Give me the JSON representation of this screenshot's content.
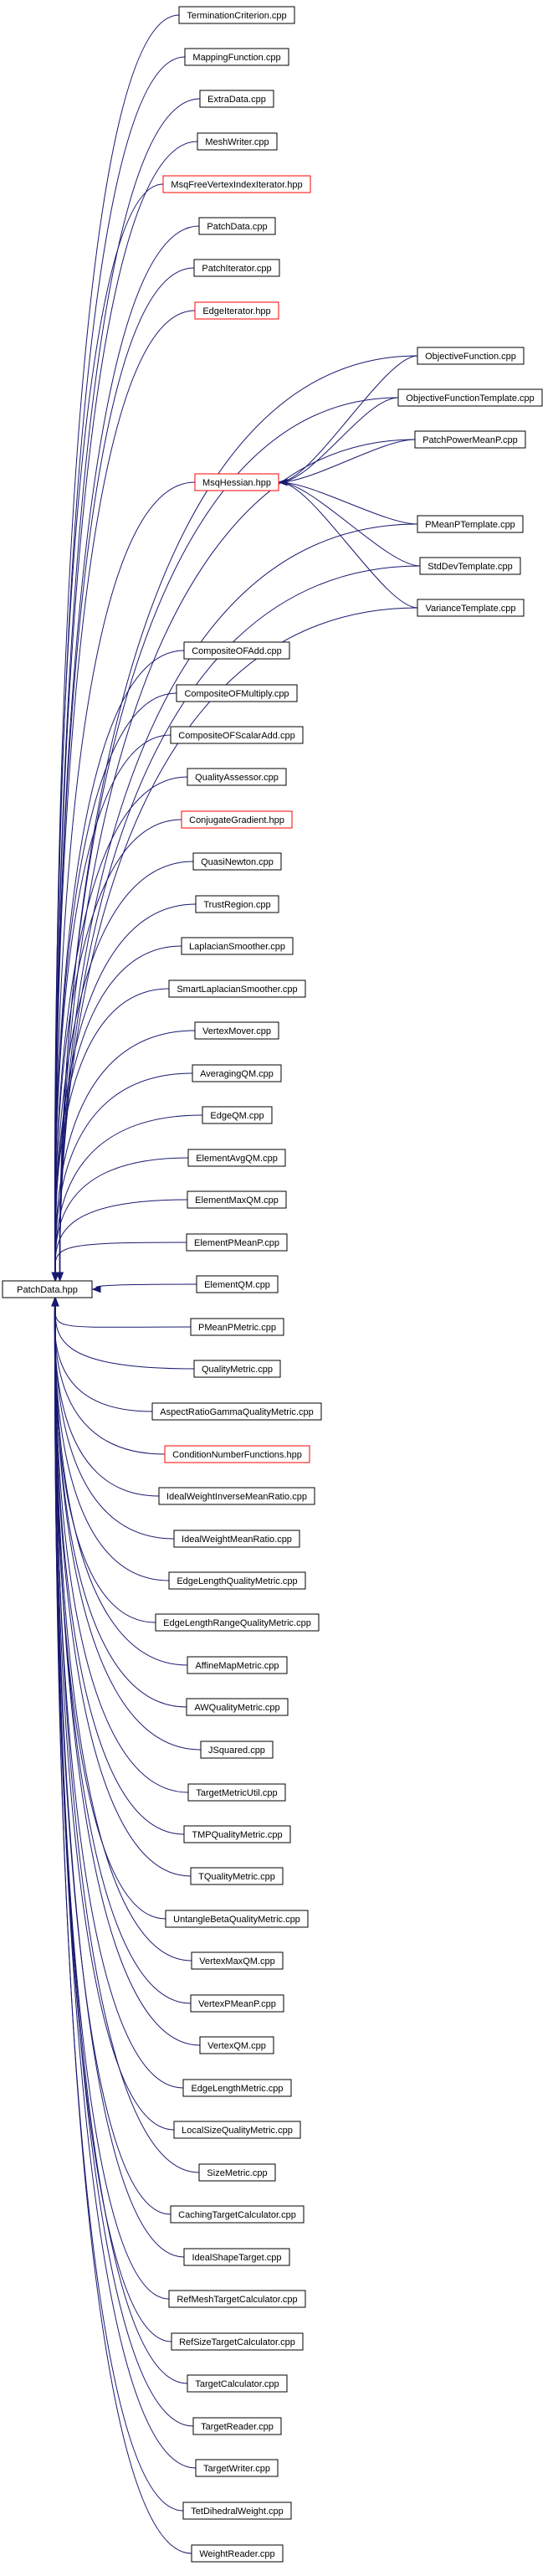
{
  "graph": {
    "colors": {
      "edge": "#191970",
      "node_border": "#000000",
      "missing_border": "#ff0000",
      "root_fill": "#c0c0c0"
    },
    "root": {
      "id": "patchdata_hpp",
      "label": "PatchData.hpp"
    },
    "nodes": [
      {
        "id": "terminationcriterion_cpp",
        "label": "TerminationCriterion.cpp",
        "missing": false
      },
      {
        "id": "mappingfunction_cpp",
        "label": "MappingFunction.cpp",
        "missing": false
      },
      {
        "id": "extradata_cpp",
        "label": "ExtraData.cpp",
        "missing": false
      },
      {
        "id": "meshwriter_cpp",
        "label": "MeshWriter.cpp",
        "missing": false
      },
      {
        "id": "msqfreevertexindexiterator_hpp",
        "label": "MsqFreeVertexIndexIterator.hpp",
        "missing": true
      },
      {
        "id": "patchdata_cpp",
        "label": "PatchData.cpp",
        "missing": false
      },
      {
        "id": "patchiterator_cpp",
        "label": "PatchIterator.cpp",
        "missing": false
      },
      {
        "id": "edgeiterator_hpp",
        "label": "EdgeIterator.hpp",
        "missing": true
      },
      {
        "id": "objectivefunction_cpp",
        "label": "ObjectiveFunction.cpp",
        "missing": false
      },
      {
        "id": "objectivefunctiontemplate_cpp",
        "label": "ObjectiveFunctionTemplate.cpp",
        "missing": false
      },
      {
        "id": "patchpowermeanp_cpp",
        "label": "PatchPowerMeanP.cpp",
        "missing": false
      },
      {
        "id": "msqhessian_hpp",
        "label": "MsqHessian.hpp",
        "missing": true
      },
      {
        "id": "pmeanptemplate_cpp",
        "label": "PMeanPTemplate.cpp",
        "missing": false
      },
      {
        "id": "stddevtemplate_cpp",
        "label": "StdDevTemplate.cpp",
        "missing": false
      },
      {
        "id": "variancetemplate_cpp",
        "label": "VarianceTemplate.cpp",
        "missing": false
      },
      {
        "id": "compositeofadd_cpp",
        "label": "CompositeOFAdd.cpp",
        "missing": false
      },
      {
        "id": "compositeofmultiply_cpp",
        "label": "CompositeOFMultiply.cpp",
        "missing": false
      },
      {
        "id": "compositeofscalaradd_cpp",
        "label": "CompositeOFScalarAdd.cpp",
        "missing": false
      },
      {
        "id": "qualityassessor_cpp",
        "label": "QualityAssessor.cpp",
        "missing": false
      },
      {
        "id": "conjugategradient_hpp",
        "label": "ConjugateGradient.hpp",
        "missing": true
      },
      {
        "id": "quasinewton_cpp",
        "label": "QuasiNewton.cpp",
        "missing": false
      },
      {
        "id": "trustregion_cpp",
        "label": "TrustRegion.cpp",
        "missing": false
      },
      {
        "id": "laplaciansmoother_cpp",
        "label": "LaplacianSmoother.cpp",
        "missing": false
      },
      {
        "id": "smartlaplaciansmoother_cpp",
        "label": "SmartLaplacianSmoother.cpp",
        "missing": false
      },
      {
        "id": "vertexmover_cpp",
        "label": "VertexMover.cpp",
        "missing": false
      },
      {
        "id": "averagingqm_cpp",
        "label": "AveragingQM.cpp",
        "missing": false
      },
      {
        "id": "edgeqm_cpp",
        "label": "EdgeQM.cpp",
        "missing": false
      },
      {
        "id": "elementavgqm_cpp",
        "label": "ElementAvgQM.cpp",
        "missing": false
      },
      {
        "id": "elementmaxqm_cpp",
        "label": "ElementMaxQM.cpp",
        "missing": false
      },
      {
        "id": "elementpmeanp_cpp",
        "label": "ElementPMeanP.cpp",
        "missing": false
      },
      {
        "id": "elementqm_cpp",
        "label": "ElementQM.cpp",
        "missing": false
      },
      {
        "id": "pmeanpmetric_cpp",
        "label": "PMeanPMetric.cpp",
        "missing": false
      },
      {
        "id": "qualitymetric_cpp",
        "label": "QualityMetric.cpp",
        "missing": false
      },
      {
        "id": "aspectratiogammaqualitymetric_cpp",
        "label": "AspectRatioGammaQualityMetric.cpp",
        "missing": false
      },
      {
        "id": "conditionnumberfunctions_hpp",
        "label": "ConditionNumberFunctions.hpp",
        "missing": true
      },
      {
        "id": "idealweightinversemeanratio_cpp",
        "label": "IdealWeightInverseMeanRatio.cpp",
        "missing": false
      },
      {
        "id": "idealweightmeanratio_cpp",
        "label": "IdealWeightMeanRatio.cpp",
        "missing": false
      },
      {
        "id": "edgelengthqualitymetric_cpp",
        "label": "EdgeLengthQualityMetric.cpp",
        "missing": false
      },
      {
        "id": "edgelengthrangequalitymetric_cpp",
        "label": "EdgeLengthRangeQualityMetric.cpp",
        "missing": false
      },
      {
        "id": "affinemapmetric_cpp",
        "label": "AffineMapMetric.cpp",
        "missing": false
      },
      {
        "id": "awqualitymetric_cpp",
        "label": "AWQualityMetric.cpp",
        "missing": false
      },
      {
        "id": "jsquared_cpp",
        "label": "JSquared.cpp",
        "missing": false
      },
      {
        "id": "targetmetricutil_cpp",
        "label": "TargetMetricUtil.cpp",
        "missing": false
      },
      {
        "id": "tmpqualitymetric_cpp",
        "label": "TMPQualityMetric.cpp",
        "missing": false
      },
      {
        "id": "tqualitymetric_cpp",
        "label": "TQualityMetric.cpp",
        "missing": false
      },
      {
        "id": "untanglebetaqualitymetric_cpp",
        "label": "UntangleBetaQualityMetric.cpp",
        "missing": false
      },
      {
        "id": "vertexmaxqm_cpp",
        "label": "VertexMaxQM.cpp",
        "missing": false
      },
      {
        "id": "vertexpmeanp_cpp",
        "label": "VertexPMeanP.cpp",
        "missing": false
      },
      {
        "id": "vertexqm_cpp",
        "label": "VertexQM.cpp",
        "missing": false
      },
      {
        "id": "edgelengthmetric_cpp",
        "label": "EdgeLengthMetric.cpp",
        "missing": false
      },
      {
        "id": "localsizequalitymetric_cpp",
        "label": "LocalSizeQualityMetric.cpp",
        "missing": false
      },
      {
        "id": "sizemetric_cpp",
        "label": "SizeMetric.cpp",
        "missing": false
      },
      {
        "id": "cachingtargetcalculator_cpp",
        "label": "CachingTargetCalculator.cpp",
        "missing": false
      },
      {
        "id": "idealshapetarget_cpp",
        "label": "IdealShapeTarget.cpp",
        "missing": false
      },
      {
        "id": "refmeshtargetcalculator_cpp",
        "label": "RefMeshTargetCalculator.cpp",
        "missing": false
      },
      {
        "id": "refsizetargetcalculator_cpp",
        "label": "RefSizeTargetCalculator.cpp",
        "missing": false
      },
      {
        "id": "targetcalculator_cpp",
        "label": "TargetCalculator.cpp",
        "missing": false
      },
      {
        "id": "targetreader_cpp",
        "label": "TargetReader.cpp",
        "missing": false
      },
      {
        "id": "targetwriter_cpp",
        "label": "TargetWriter.cpp",
        "missing": false
      },
      {
        "id": "tetdihedralweight_cpp",
        "label": "TetDihedralWeight.cpp",
        "missing": false
      },
      {
        "id": "weightreader_cpp",
        "label": "WeightReader.cpp",
        "missing": false
      }
    ],
    "edges": [
      {
        "from": "terminationcriterion_cpp",
        "to": "patchdata_hpp"
      },
      {
        "from": "mappingfunction_cpp",
        "to": "patchdata_hpp"
      },
      {
        "from": "extradata_cpp",
        "to": "patchdata_hpp"
      },
      {
        "from": "meshwriter_cpp",
        "to": "patchdata_hpp"
      },
      {
        "from": "msqfreevertexindexiterator_hpp",
        "to": "patchdata_hpp"
      },
      {
        "from": "patchdata_cpp",
        "to": "patchdata_hpp"
      },
      {
        "from": "patchiterator_cpp",
        "to": "patchdata_hpp"
      },
      {
        "from": "edgeiterator_hpp",
        "to": "patchdata_hpp"
      },
      {
        "from": "objectivefunction_cpp",
        "to": "patchdata_hpp"
      },
      {
        "from": "objectivefunctiontemplate_cpp",
        "to": "patchdata_hpp"
      },
      {
        "from": "patchpowermeanp_cpp",
        "to": "patchdata_hpp"
      },
      {
        "from": "msqhessian_hpp",
        "to": "patchdata_hpp"
      },
      {
        "from": "pmeanptemplate_cpp",
        "to": "patchdata_hpp"
      },
      {
        "from": "stddevtemplate_cpp",
        "to": "patchdata_hpp"
      },
      {
        "from": "variancetemplate_cpp",
        "to": "patchdata_hpp"
      },
      {
        "from": "compositeofadd_cpp",
        "to": "patchdata_hpp"
      },
      {
        "from": "compositeofmultiply_cpp",
        "to": "patchdata_hpp"
      },
      {
        "from": "compositeofscalaradd_cpp",
        "to": "patchdata_hpp"
      },
      {
        "from": "qualityassessor_cpp",
        "to": "patchdata_hpp"
      },
      {
        "from": "conjugategradient_hpp",
        "to": "patchdata_hpp"
      },
      {
        "from": "quasinewton_cpp",
        "to": "patchdata_hpp"
      },
      {
        "from": "trustregion_cpp",
        "to": "patchdata_hpp"
      },
      {
        "from": "laplaciansmoother_cpp",
        "to": "patchdata_hpp"
      },
      {
        "from": "smartlaplaciansmoother_cpp",
        "to": "patchdata_hpp"
      },
      {
        "from": "vertexmover_cpp",
        "to": "patchdata_hpp"
      },
      {
        "from": "averagingqm_cpp",
        "to": "patchdata_hpp"
      },
      {
        "from": "edgeqm_cpp",
        "to": "patchdata_hpp"
      },
      {
        "from": "elementavgqm_cpp",
        "to": "patchdata_hpp"
      },
      {
        "from": "elementmaxqm_cpp",
        "to": "patchdata_hpp"
      },
      {
        "from": "elementpmeanp_cpp",
        "to": "patchdata_hpp"
      },
      {
        "from": "elementqm_cpp",
        "to": "patchdata_hpp"
      },
      {
        "from": "pmeanpmetric_cpp",
        "to": "patchdata_hpp"
      },
      {
        "from": "qualitymetric_cpp",
        "to": "patchdata_hpp"
      },
      {
        "from": "aspectratiogammaqualitymetric_cpp",
        "to": "patchdata_hpp"
      },
      {
        "from": "conditionnumberfunctions_hpp",
        "to": "patchdata_hpp"
      },
      {
        "from": "idealweightinversemeanratio_cpp",
        "to": "patchdata_hpp"
      },
      {
        "from": "idealweightmeanratio_cpp",
        "to": "patchdata_hpp"
      },
      {
        "from": "edgelengthqualitymetric_cpp",
        "to": "patchdata_hpp"
      },
      {
        "from": "edgelengthrangequalitymetric_cpp",
        "to": "patchdata_hpp"
      },
      {
        "from": "affinemapmetric_cpp",
        "to": "patchdata_hpp"
      },
      {
        "from": "awqualitymetric_cpp",
        "to": "patchdata_hpp"
      },
      {
        "from": "jsquared_cpp",
        "to": "patchdata_hpp"
      },
      {
        "from": "targetmetricutil_cpp",
        "to": "patchdata_hpp"
      },
      {
        "from": "tmpqualitymetric_cpp",
        "to": "patchdata_hpp"
      },
      {
        "from": "tqualitymetric_cpp",
        "to": "patchdata_hpp"
      },
      {
        "from": "untanglebetaqualitymetric_cpp",
        "to": "patchdata_hpp"
      },
      {
        "from": "vertexmaxqm_cpp",
        "to": "patchdata_hpp"
      },
      {
        "from": "vertexpmeanp_cpp",
        "to": "patchdata_hpp"
      },
      {
        "from": "vertexqm_cpp",
        "to": "patchdata_hpp"
      },
      {
        "from": "edgelengthmetric_cpp",
        "to": "patchdata_hpp"
      },
      {
        "from": "localsizequalitymetric_cpp",
        "to": "patchdata_hpp"
      },
      {
        "from": "sizemetric_cpp",
        "to": "patchdata_hpp"
      },
      {
        "from": "cachingtargetcalculator_cpp",
        "to": "patchdata_hpp"
      },
      {
        "from": "idealshapetarget_cpp",
        "to": "patchdata_hpp"
      },
      {
        "from": "refmeshtargetcalculator_cpp",
        "to": "patchdata_hpp"
      },
      {
        "from": "refsizetargetcalculator_cpp",
        "to": "patchdata_hpp"
      },
      {
        "from": "targetcalculator_cpp",
        "to": "patchdata_hpp"
      },
      {
        "from": "targetreader_cpp",
        "to": "patchdata_hpp"
      },
      {
        "from": "targetwriter_cpp",
        "to": "patchdata_hpp"
      },
      {
        "from": "tetdihedralweight_cpp",
        "to": "patchdata_hpp"
      },
      {
        "from": "weightreader_cpp",
        "to": "patchdata_hpp"
      },
      {
        "from": "objectivefunction_cpp",
        "to": "msqhessian_hpp"
      },
      {
        "from": "objectivefunctiontemplate_cpp",
        "to": "msqhessian_hpp"
      },
      {
        "from": "patchpowermeanp_cpp",
        "to": "msqhessian_hpp"
      },
      {
        "from": "pmeanptemplate_cpp",
        "to": "msqhessian_hpp"
      },
      {
        "from": "stddevtemplate_cpp",
        "to": "msqhessian_hpp"
      },
      {
        "from": "variancetemplate_cpp",
        "to": "msqhessian_hpp"
      }
    ]
  }
}
